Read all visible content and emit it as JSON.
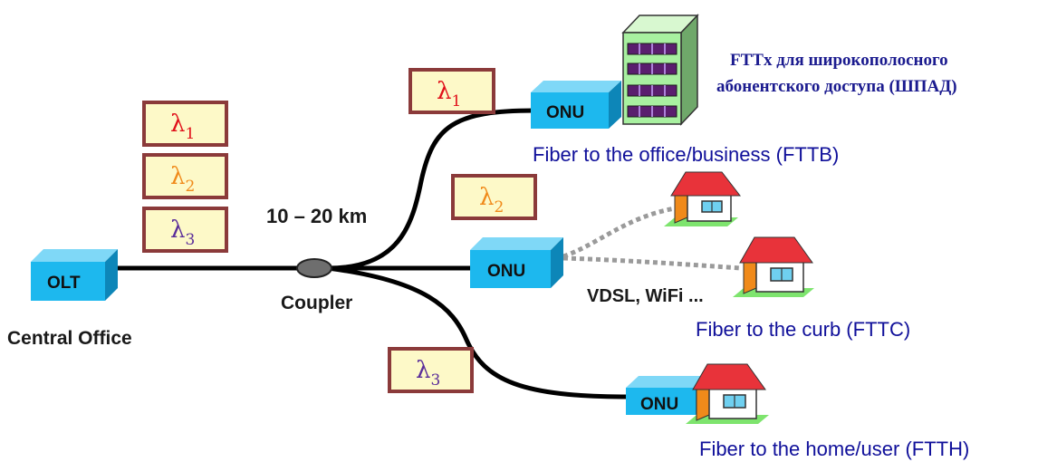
{
  "olt": {
    "label": "OLT",
    "caption": "Central Office"
  },
  "coupler": {
    "caption": "Coupler",
    "distance": "10 – 20 km"
  },
  "wavelengths": {
    "legend": [
      {
        "symbol": "λ",
        "sub": "1",
        "color": "#e0101a"
      },
      {
        "symbol": "λ",
        "sub": "2",
        "color": "#f08a1a"
      },
      {
        "symbol": "λ",
        "sub": "3",
        "color": "#5a2d9a"
      }
    ],
    "on_branches": [
      {
        "symbol": "λ",
        "sub": "1",
        "color": "#e0101a"
      },
      {
        "symbol": "λ",
        "sub": "2",
        "color": "#f08a1a"
      },
      {
        "symbol": "λ",
        "sub": "3",
        "color": "#5a2d9a"
      }
    ]
  },
  "onus": [
    {
      "label": "ONU",
      "caption": "Fiber to the office/business (FTTB)"
    },
    {
      "label": "ONU",
      "caption": "Fiber to the curb (FTTC)"
    },
    {
      "label": "ONU",
      "caption": "Fiber to the home/user (FTTH)"
    }
  ],
  "access_tech": "VDSL, WiFi ...",
  "russian_caption": {
    "line1": "FTTx для широкополосного",
    "line2": "абонентского доступа (ШПАД)"
  },
  "colors": {
    "box_face": "#1db8ee",
    "box_top": "#7fd8f7",
    "box_side": "#0d86b8",
    "fiber": "#000000",
    "building": "#a8f0a0",
    "roof": "#e8333a"
  }
}
